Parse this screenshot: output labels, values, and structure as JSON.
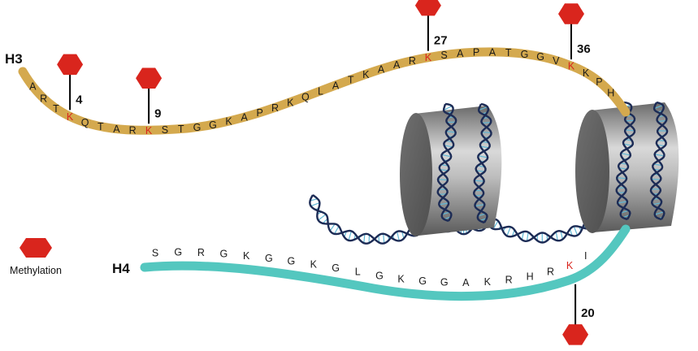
{
  "colors": {
    "h3_tail": "#d4a94e",
    "h4_tail": "#54c7bf",
    "methyl_mark": "#d9251d",
    "modified_residue": "#d9251d",
    "nucleosome_core": "#8a8a8a",
    "dna_dark": "#1c2b55",
    "dna_light": "#5fb7d6"
  },
  "h3": {
    "label": "H3",
    "residues": [
      "A",
      "R",
      "T",
      "K",
      "Q",
      "T",
      "A",
      "R",
      "K",
      "S",
      "T",
      "G",
      "G",
      "K",
      "A",
      "P",
      "R",
      "K",
      "Q",
      "L",
      "A",
      "T",
      "K",
      "A",
      "A",
      "R",
      "K",
      "S",
      "A",
      "P",
      "A",
      "T",
      "G",
      "G",
      "V",
      "K",
      "K",
      "P",
      "H"
    ],
    "modified_residue_positions": [
      4,
      9,
      27,
      36
    ],
    "methylation_sites": [
      {
        "position": "4"
      },
      {
        "position": "9"
      },
      {
        "position": "27"
      },
      {
        "position": "36"
      }
    ]
  },
  "h4": {
    "label": "H4",
    "residues": [
      "S",
      "G",
      "R",
      "G",
      "K",
      "G",
      "G",
      "K",
      "G",
      "L",
      "G",
      "K",
      "G",
      "G",
      "A",
      "K",
      "R",
      "H",
      "R",
      "K",
      "I"
    ],
    "modified_residue_positions": [
      20
    ],
    "methylation_sites": [
      {
        "position": "20"
      }
    ]
  },
  "legend": {
    "label": "Methylation",
    "icon": "hexagon-icon"
  }
}
